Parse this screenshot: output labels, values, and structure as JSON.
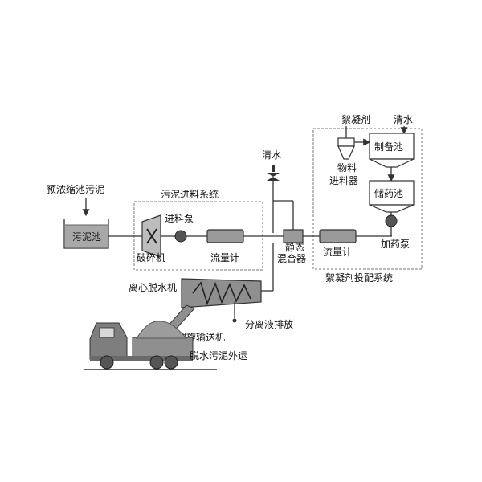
{
  "labels": {
    "pre_thickening_sludge": "预浓缩池污泥",
    "sludge_tank": "污泥池",
    "sludge_feed_system": "污泥进料系统",
    "feed_pump": "进料泵",
    "crusher": "破碎机",
    "flowmeter_1": "流量计",
    "clean_water_top": "清水",
    "static_mixer_line1": "静态",
    "static_mixer_line2": "混合器",
    "flowmeter_2": "流量计",
    "flocculant": "絮凝剂",
    "clean_water_right": "清水",
    "material_feeder_line1": "物料",
    "material_feeder_line2": "进料器",
    "preparation_tank": "制备池",
    "storage_tank": "储药池",
    "dosing_pump": "加药泵",
    "flocculant_dosing_system": "絮凝剂投配系统",
    "centrifugal_dewaterer": "离心脱水机",
    "separated_liquid_discharge": "分离液排放",
    "screw_conveyor": "螺旋输送机",
    "dewatered_sludge_transport": "脱水污泥外运"
  }
}
